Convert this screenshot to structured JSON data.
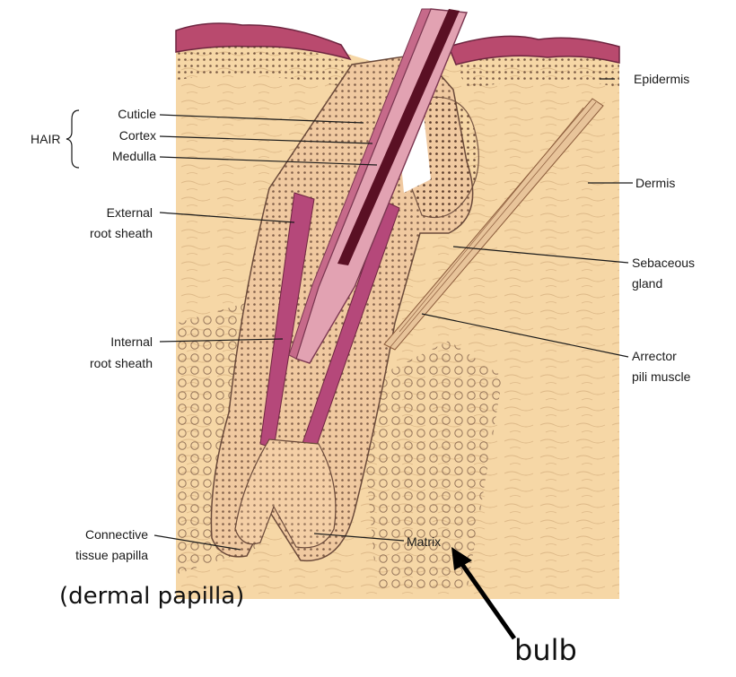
{
  "labels": {
    "hair": "HAIR",
    "cuticle": "Cuticle",
    "cortex": "Cortex",
    "medulla": "Medulla",
    "external_root_sheath_1": "External",
    "external_root_sheath_2": "root sheath",
    "internal_root_sheath_1": "Internal",
    "internal_root_sheath_2": "root sheath",
    "connective_1": "Connective",
    "connective_2": "tissue papilla",
    "epidermis": "Epidermis",
    "dermis": "Dermis",
    "sebaceous_1": "Sebaceous",
    "sebaceous_2": "gland",
    "arrector_1": "Arrector",
    "arrector_2": "pili muscle",
    "matrix": "Matrix"
  },
  "annotations": {
    "dermal_papilla": "(dermal papilla)",
    "bulb": "bulb"
  },
  "colors": {
    "dermis": "#f6d7a6",
    "epidermis": "#b94a6e",
    "sheath": "#b5487a",
    "cortex": "#e2a2b2",
    "medulla": "#5a1024",
    "ink": "#1a1a1a"
  }
}
